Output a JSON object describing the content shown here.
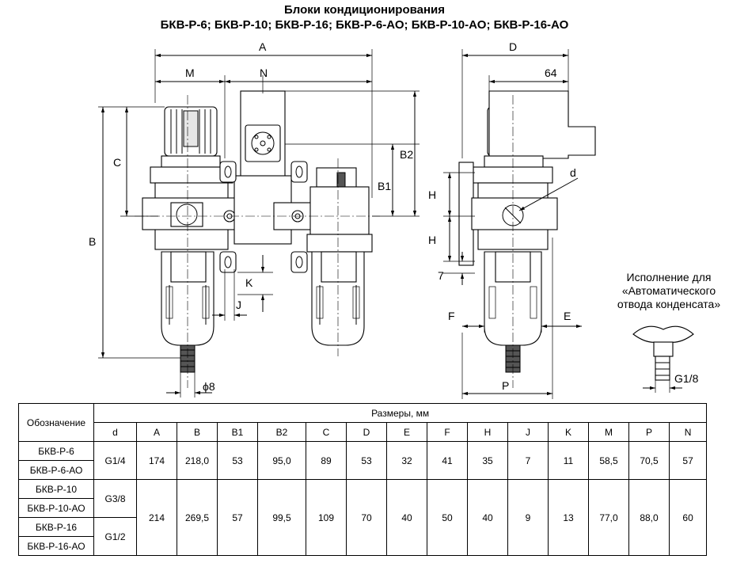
{
  "title": {
    "line1": "Блоки кондиционирования",
    "line2": "БКВ-Р-6; БКВ-Р-10; БКВ-Р-16; БКВ-Р-6-АО; БКВ-Р-10-АО; БКВ-Р-16-АО"
  },
  "drawing_labels": {
    "A": "A",
    "M": "M",
    "N": "N",
    "C": "C",
    "B": "B",
    "B1": "B1",
    "B2": "B2",
    "K": "K",
    "J": "J",
    "phi8": "ϕ8",
    "D": "D",
    "d64": "64",
    "d": "d",
    "H1": "H",
    "H2": "H",
    "n7": "7",
    "F": "F",
    "E": "E",
    "P": "P",
    "G18": "G1/8"
  },
  "note": {
    "line1": "Исполнение для",
    "line2": "«Автоматического",
    "line3": "отвода конденсата»"
  },
  "table": {
    "designation_header": "Обозначение",
    "sizes_header": "Размеры, мм",
    "columns": [
      "d",
      "A",
      "B",
      "B1",
      "B2",
      "C",
      "D",
      "E",
      "F",
      "H",
      "J",
      "K",
      "M",
      "P",
      "N"
    ],
    "models": [
      "БКВ-Р-6",
      "БКВ-Р-6-АО",
      "БКВ-Р-10",
      "БКВ-Р-10-АО",
      "БКВ-Р-16",
      "БКВ-Р-16-АО"
    ],
    "d_values": [
      "G1/4",
      "G3/8",
      "G1/2"
    ],
    "group1": [
      "174",
      "218,0",
      "53",
      "95,0",
      "89",
      "53",
      "32",
      "41",
      "35",
      "7",
      "11",
      "58,5",
      "70,5",
      "57"
    ],
    "group2": [
      "214",
      "269,5",
      "57",
      "99,5",
      "109",
      "70",
      "40",
      "50",
      "40",
      "9",
      "13",
      "77,0",
      "88,0",
      "60"
    ]
  }
}
